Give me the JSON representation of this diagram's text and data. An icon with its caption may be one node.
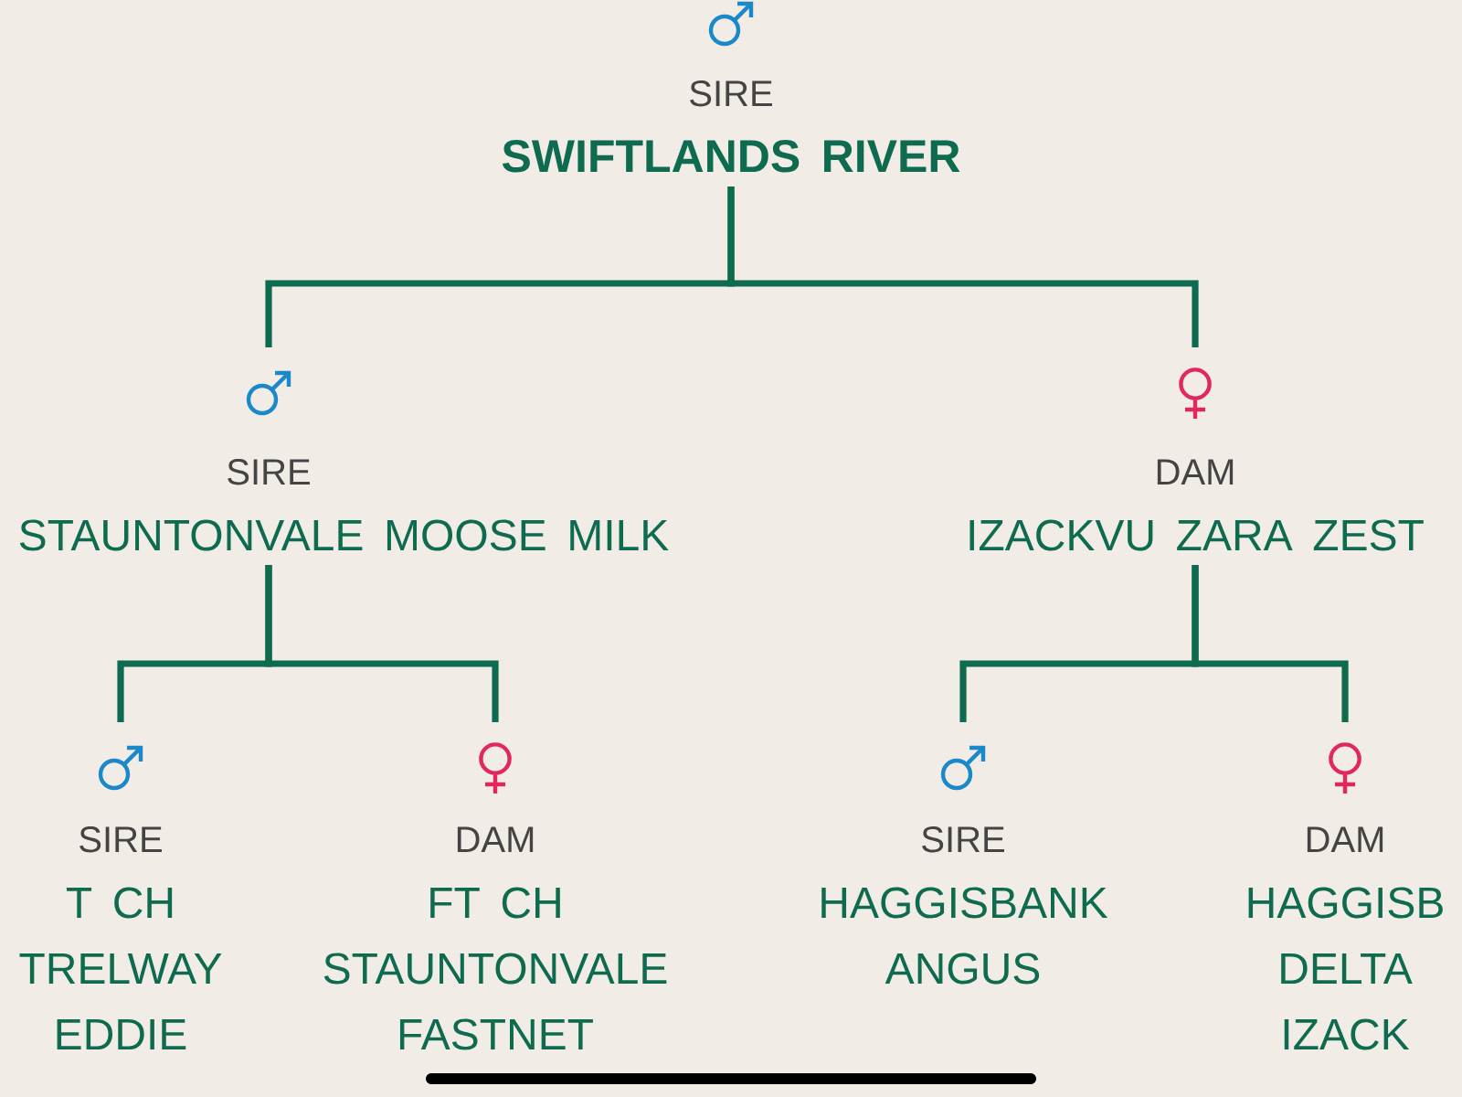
{
  "diagram": {
    "nodes": [
      {
        "text": [
          "SIRE",
          "SWIFTLANDS RIVER"
        ]
      },
      {
        "text": [
          "SIRE",
          "STAUNTONVALE MOOSE MILK"
        ]
      },
      {
        "text": [
          "DAM",
          "IZACKVU ZARA ZEST"
        ]
      },
      {
        "text": [
          "SIRE",
          "T CH TRELWAY EDDIE"
        ]
      },
      {
        "text": [
          "DAM",
          "FT CH STAUNTONVALE FASTNET"
        ]
      },
      {
        "text": [
          "SIRE",
          "HAGGISBANK ANGUS"
        ]
      },
      {
        "text": [
          "DAM",
          "HAGGISB DELTA IZACK"
        ]
      }
    ],
    "edges": [
      {
        "from": 0,
        "to": 1,
        "arrow": "none"
      },
      {
        "from": 0,
        "to": 2,
        "arrow": "none"
      },
      {
        "from": 1,
        "to": 3,
        "arrow": "none"
      },
      {
        "from": 1,
        "to": 4,
        "arrow": "none"
      },
      {
        "from": 2,
        "to": 5,
        "arrow": "none"
      },
      {
        "from": 2,
        "to": 6,
        "arrow": "none"
      }
    ]
  }
}
